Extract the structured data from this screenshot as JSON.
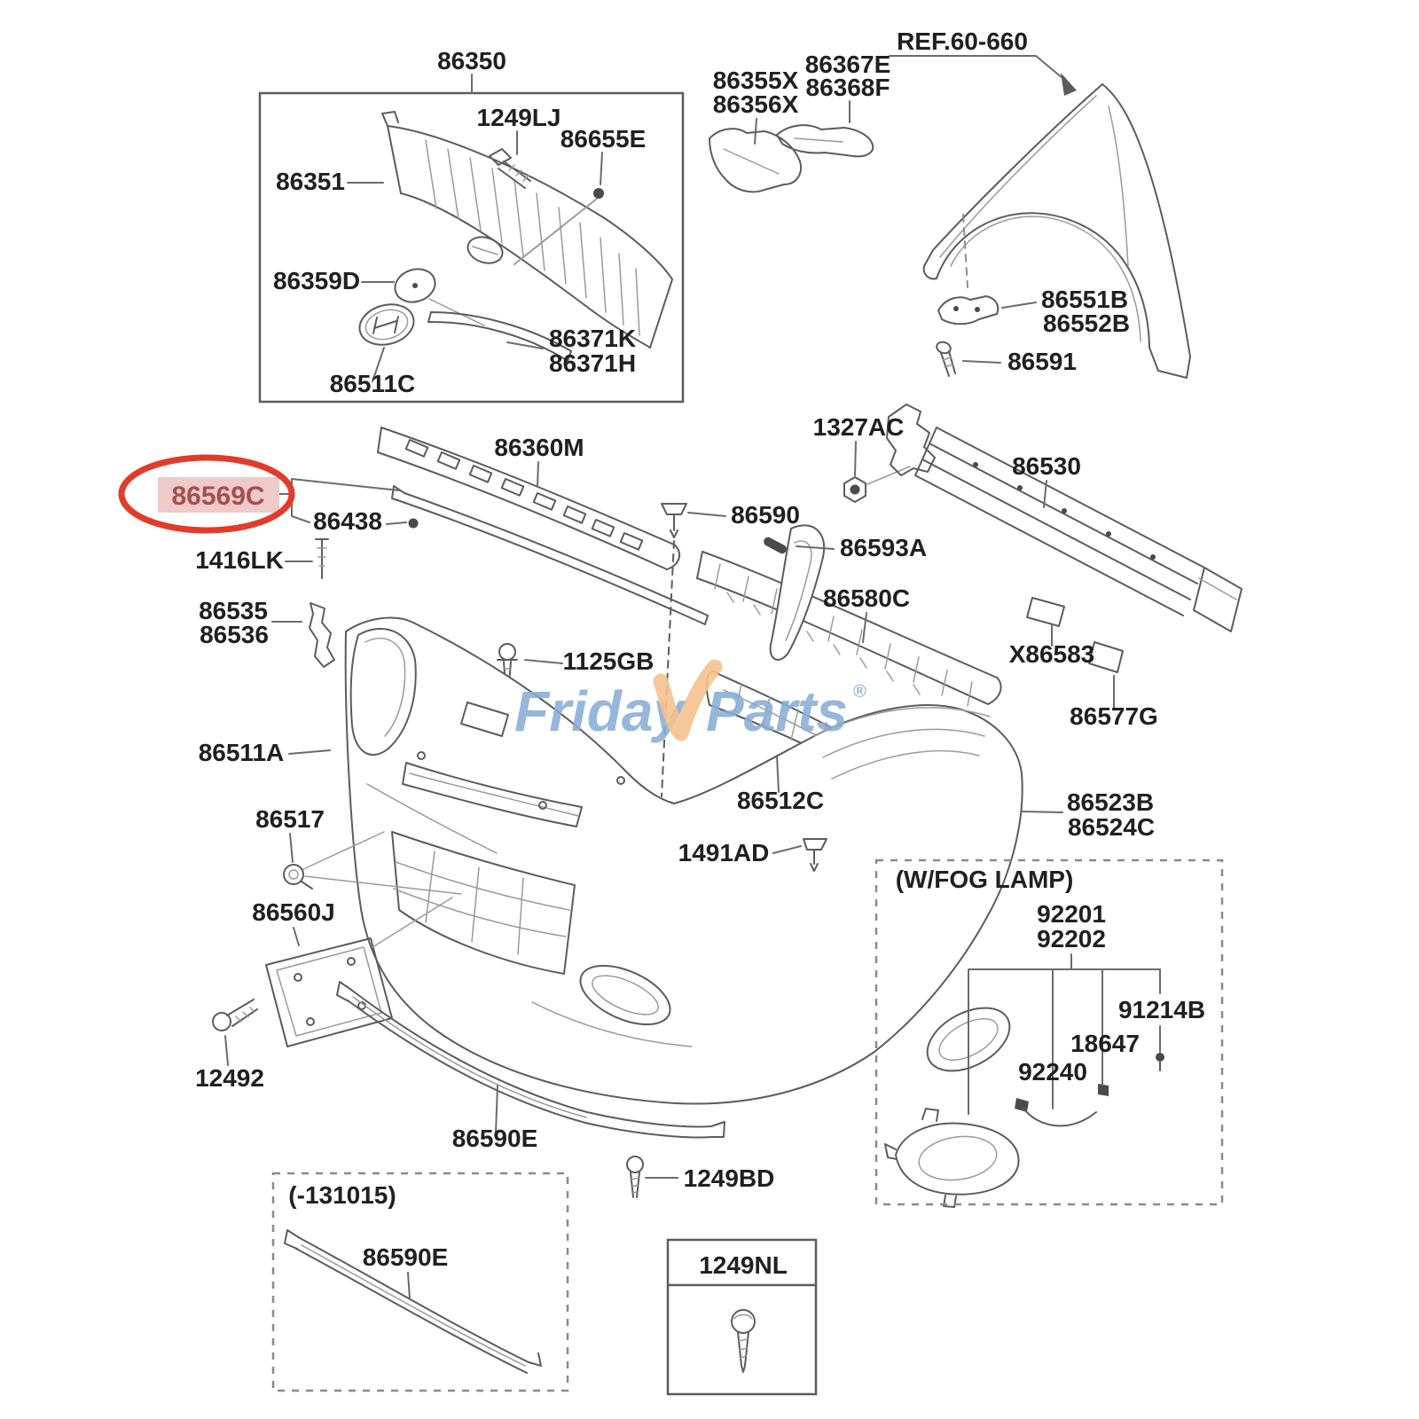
{
  "page": {
    "background": "#ffffff"
  },
  "watermark": {
    "word1": "Friday",
    "word2": "Parts",
    "reg": "®",
    "color_blue": "#87add5",
    "color_orange": "#f4c18e"
  },
  "highlight": {
    "part": "86569C",
    "oval_color": "#e23b2b",
    "text_color": "#a64f4f",
    "bg_color": "#eecacb"
  },
  "labels": {
    "86350": "86350",
    "1249LJ": "1249LJ",
    "86655E": "86655E",
    "86351": "86351",
    "86359D": "86359D",
    "86371K": "86371K",
    "86371H": "86371H",
    "86511C": "86511C",
    "86355X": "86355X",
    "86356X": "86356X",
    "86367E": "86367E",
    "86368F": "86368F",
    "ref_fender": "REF.60-660",
    "86551B": "86551B",
    "86552B": "86552B",
    "86591": "86591",
    "86569C": "86569C",
    "86438": "86438",
    "86360M": "86360M",
    "1416LK": "1416LK",
    "86535": "86535",
    "86536": "86536",
    "1125GB": "1125GB",
    "86590": "86590",
    "86593A": "86593A",
    "86580C": "86580C",
    "1327AC": "1327AC",
    "86530": "86530",
    "X86583": "X86583",
    "86577G": "86577G",
    "86511A": "86511A",
    "86517": "86517",
    "86560J": "86560J",
    "12492": "12492",
    "1491AD": "1491AD",
    "86512C": "86512C",
    "86523B": "86523B",
    "86524C": "86524C",
    "86590E": "86590E",
    "1249BD": "1249BD",
    "variant_box": "(-131015)",
    "86590E_2": "86590E",
    "1249NL": "1249NL",
    "fog_box": "(W/FOG LAMP)",
    "92201": "92201",
    "92202": "92202",
    "91214B": "91214B",
    "18647": "18647",
    "92240": "92240"
  }
}
